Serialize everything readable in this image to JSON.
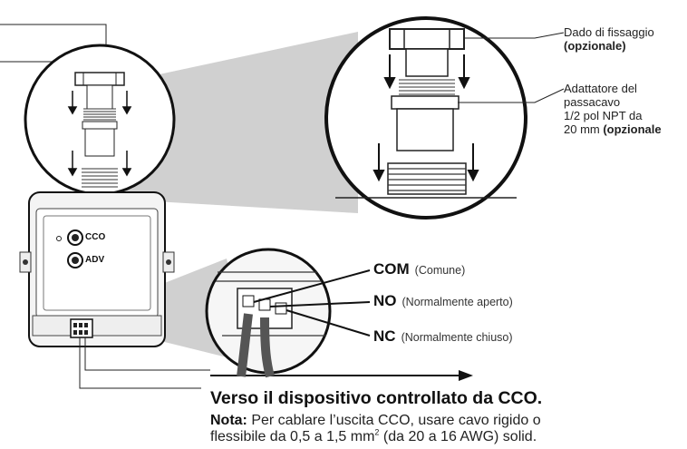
{
  "callouts": {
    "nut": {
      "line1": "Dado di fissaggio",
      "line2": "(opzionale)"
    },
    "adapter": {
      "line1": "Adattatore del",
      "line2": "passacavo",
      "line3": "1/2 pol NPT da",
      "line4a": "20 mm ",
      "line4b": "(opzionale"
    }
  },
  "leds": {
    "cco": "CCO",
    "adv": "ADV"
  },
  "terminals": [
    {
      "code": "COM",
      "desc": "(Comune)"
    },
    {
      "code": "NO",
      "desc": "(Normalmente aperto)"
    },
    {
      "code": "NC",
      "desc": "(Normalmente chiuso)"
    }
  ],
  "bottom": {
    "title": "Verso il dispositivo controllato da CCO.",
    "note_label": "Nota:",
    "note_text_1": " Per cablare l’uscita CCO, usare cavo rigido o",
    "note_text_2a": "flessibile da 0,5 a 1,5 mm",
    "note_sup": "2",
    "note_text_2b": " (da 20 a 16 AWG) solid."
  },
  "colors": {
    "shade": "#cfcfcf",
    "device": "#f2f2f2",
    "wire": "#555555",
    "line": "#222222"
  }
}
